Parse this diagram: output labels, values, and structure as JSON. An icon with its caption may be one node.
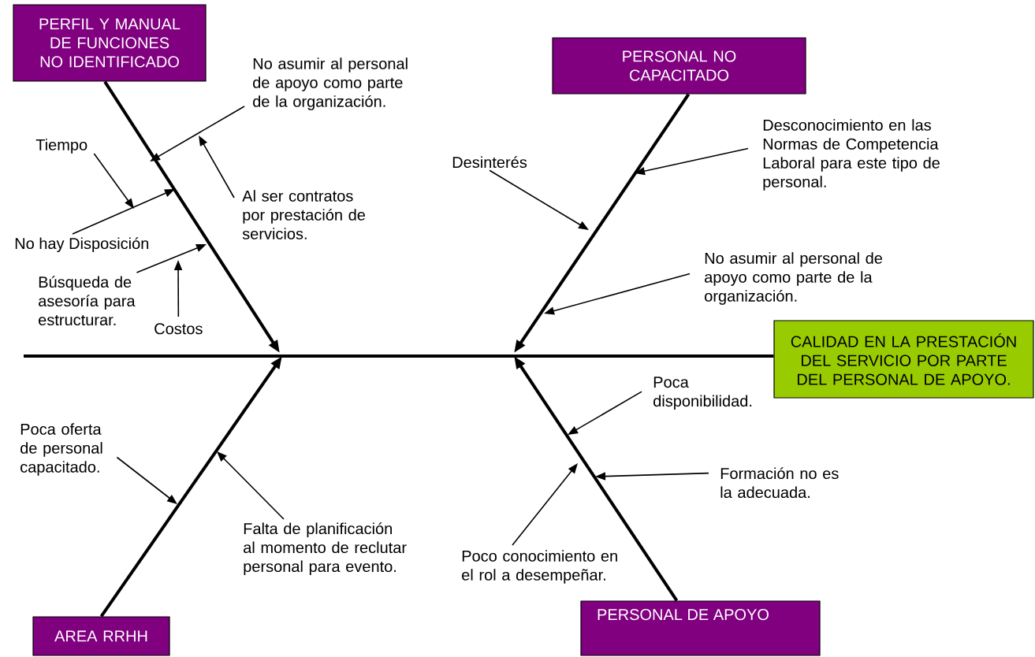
{
  "diagram": {
    "nodes": [
      {
        "text": [
          "PERFIL Y MANUAL DE FUNCIONES NO IDENTIFICADO"
        ]
      },
      {
        "text": [
          "No asumir al personal de apoyo como parte de la organización."
        ]
      },
      {
        "text": [
          "Tiempo"
        ]
      },
      {
        "text": [
          "PERSONAL NO CAPACITADO"
        ]
      },
      {
        "text": [
          "Desconocimiento en las Normas de Competencia Laboral para este tipo de personal."
        ]
      },
      {
        "text": [
          "Desinterés"
        ]
      },
      {
        "text": [
          "Al ser contratos por prestación de servicios."
        ]
      },
      {
        "text": [
          "No hay Disposición"
        ]
      },
      {
        "text": [
          "No asumir al personal de apoyo como parte de la organización."
        ]
      },
      {
        "text": [
          "Búsqueda de asesoría para estructurar."
        ]
      },
      {
        "text": [
          "Costos"
        ]
      },
      {
        "text": [
          "CALIDAD EN LA PRESTACIÓN DEL SERVICIO POR PARTE DEL PERSONAL DE APOYO."
        ]
      },
      {
        "text": [
          "Poca disponibilidad."
        ]
      },
      {
        "text": [
          "Poca oferta de personal capacitado."
        ]
      },
      {
        "text": [
          "Formación no es la adecuada."
        ]
      },
      {
        "text": [
          "Falta de planificación al momento de reclutar personal para evento."
        ]
      },
      {
        "text": [
          "Poco conocimiento en el rol a desempeñar."
        ]
      },
      {
        "text": [
          "AREA RRHH"
        ]
      },
      {
        "text": [
          "PERSONAL DE APOYO"
        ]
      }
    ],
    "edges": [
      {
        "from": null,
        "to": 11,
        "arrow": "none",
        "style": "thick"
      },
      {
        "from": 0,
        "to": null,
        "arrow": "to",
        "style": "thick"
      },
      {
        "from": 3,
        "to": null,
        "arrow": "to",
        "style": "thick"
      },
      {
        "from": 17,
        "to": null,
        "arrow": "to",
        "style": "thick"
      },
      {
        "from": 18,
        "to": null,
        "arrow": "to",
        "style": "thick"
      },
      {
        "from": 1,
        "to": null,
        "arrow": "to"
      },
      {
        "from": 6,
        "to": null,
        "arrow": "to"
      },
      {
        "from": 2,
        "to": null,
        "arrow": "to"
      },
      {
        "from": 7,
        "to": null,
        "arrow": "to"
      },
      {
        "from": 9,
        "to": null,
        "arrow": "to"
      },
      {
        "from": 10,
        "to": null,
        "arrow": "to"
      },
      {
        "from": 5,
        "to": null,
        "arrow": "to"
      },
      {
        "from": 4,
        "to": null,
        "arrow": "to"
      },
      {
        "from": 8,
        "to": null,
        "arrow": "to"
      },
      {
        "from": 12,
        "to": null,
        "arrow": "to"
      },
      {
        "from": 14,
        "to": null,
        "arrow": "to"
      },
      {
        "from": 16,
        "to": null,
        "arrow": "to"
      },
      {
        "from": 13,
        "to": null,
        "arrow": "to"
      },
      {
        "from": 15,
        "to": null,
        "arrow": "to"
      }
    ]
  }
}
